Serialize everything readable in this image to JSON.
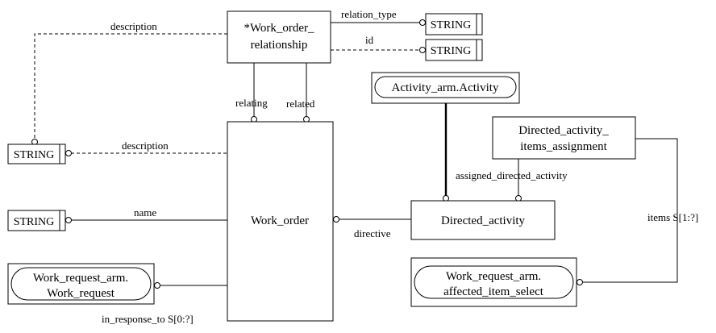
{
  "entities": {
    "work_order_relationship": {
      "line1": "*Work_order_",
      "line2": "relationship"
    },
    "work_order": {
      "label": "Work_order"
    },
    "directed_activity": {
      "label": "Directed_activity"
    },
    "directed_activity_items_assignment": {
      "line1": "Directed_activity_",
      "line2": "items_assignment"
    }
  },
  "types": {
    "string_relation_type": "STRING",
    "string_id": "STRING",
    "string_description": "STRING",
    "string_name": "STRING",
    "activity_arm_activity": "Activity_arm.Activity",
    "work_request": {
      "line1": "Work_request_arm.",
      "line2": "Work_request"
    },
    "affected_item_select": {
      "line1": "Work_request_arm.",
      "line2": "affected_item_select"
    }
  },
  "relations": {
    "relation_type": "relation_type",
    "id": "id",
    "description_top": "description",
    "description_mid": "description",
    "relating": "relating",
    "related": "related",
    "name": "name",
    "directive": "directive",
    "assigned_directed_activity": "assigned_directed_activity",
    "items": "items S[1:?]",
    "in_response_to": "in_response_to S[0:?]"
  }
}
